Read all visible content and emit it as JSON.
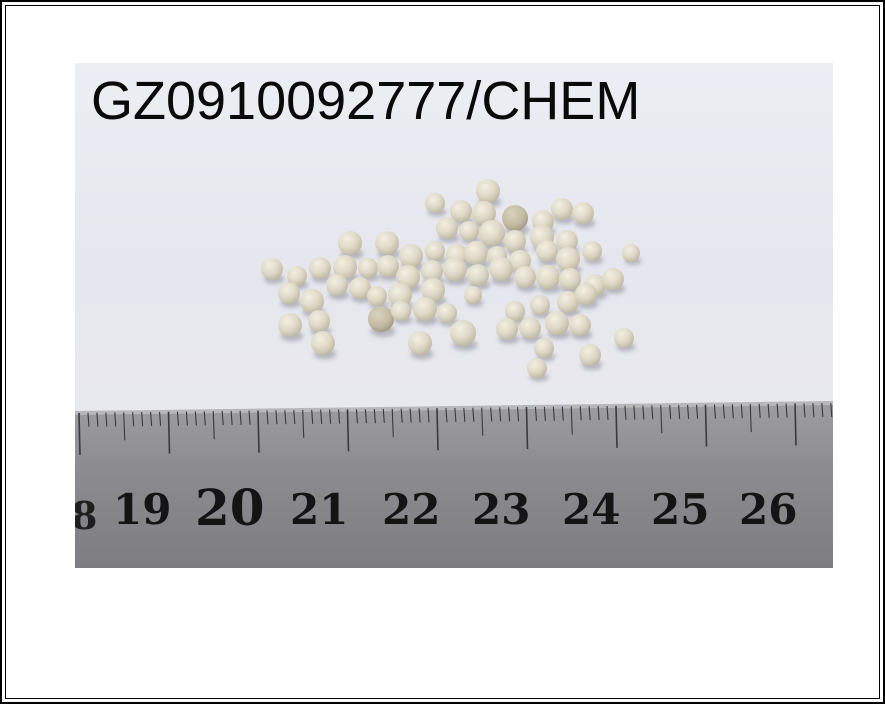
{
  "photo": {
    "label": "GZ0910092777/CHEM",
    "subject": "pellets-on-ruler",
    "ruler": {
      "numbers": [
        "19",
        "20",
        "21",
        "22",
        "23",
        "24",
        "25",
        "26"
      ],
      "partial_left": "8"
    }
  },
  "colors": {
    "background": "#e8e8ef",
    "pellet": "#ddd8c6",
    "ruler": "#8d8d90",
    "frame": "#000000"
  }
}
